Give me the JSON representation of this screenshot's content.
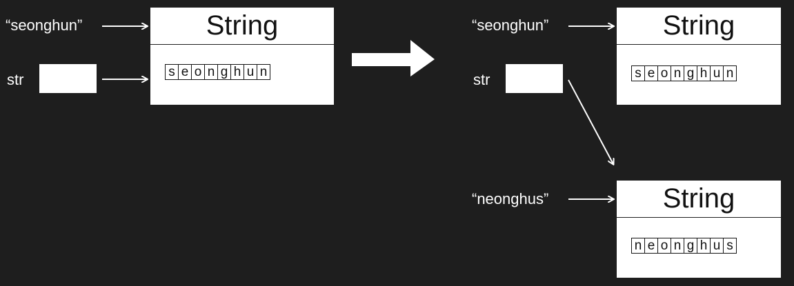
{
  "left": {
    "literal": "“seonghun”",
    "var_label": "str",
    "object": {
      "title": "String",
      "chars": [
        "s",
        "e",
        "o",
        "n",
        "g",
        "h",
        "u",
        "n"
      ]
    }
  },
  "right": {
    "literal_top": "“seonghun”",
    "var_label": "str",
    "object_top": {
      "title": "String",
      "chars": [
        "s",
        "e",
        "o",
        "n",
        "g",
        "h",
        "u",
        "n"
      ]
    },
    "literal_bottom": "“neonghus”",
    "object_bottom": {
      "title": "String",
      "chars": [
        "n",
        "e",
        "o",
        "n",
        "g",
        "h",
        "u",
        "s"
      ]
    }
  },
  "colors": {
    "background": "#1e1e1e",
    "foreground": "#ffffff",
    "ink": "#111111"
  }
}
